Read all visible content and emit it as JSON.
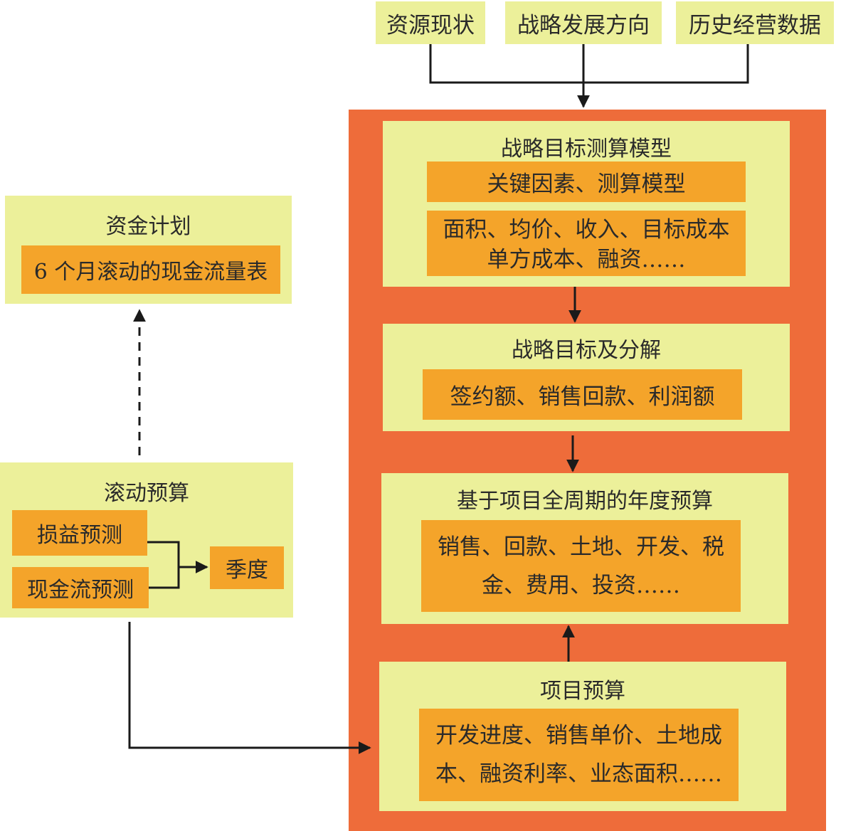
{
  "inputs": [
    "资源现状",
    "战略发展方向",
    "历史经营数据"
  ],
  "fund_plan": {
    "title": "资金计划",
    "item": "6 个月滚动的现金流量表"
  },
  "rolling": {
    "title": "滚动预算",
    "pl": "损益预测",
    "cf": "现金流预测",
    "quarter": "季度"
  },
  "model": {
    "title": "战略目标测算模型",
    "sub1": "关键因素、测算模型",
    "sub2_lines": [
      "面积、均价、收入、目标成本",
      "单方成本、融资……"
    ]
  },
  "goal": {
    "title": "战略目标及分解",
    "sub": "签约额、销售回款、利润额"
  },
  "annual": {
    "title": "基于项目全周期的年度预算",
    "sub_lines": [
      "销售、回款、土地、开发、税",
      "金、费用、投资……"
    ]
  },
  "project": {
    "title": "项目预算",
    "sub_lines": [
      "开发进度、销售单价、土地成",
      "本、融资利率、业态面积……"
    ]
  },
  "colors": {
    "light": "#ecf09a",
    "orange": "#f4a42a",
    "red_orange": "#ee6c3a",
    "line": "#1a1a1a"
  }
}
